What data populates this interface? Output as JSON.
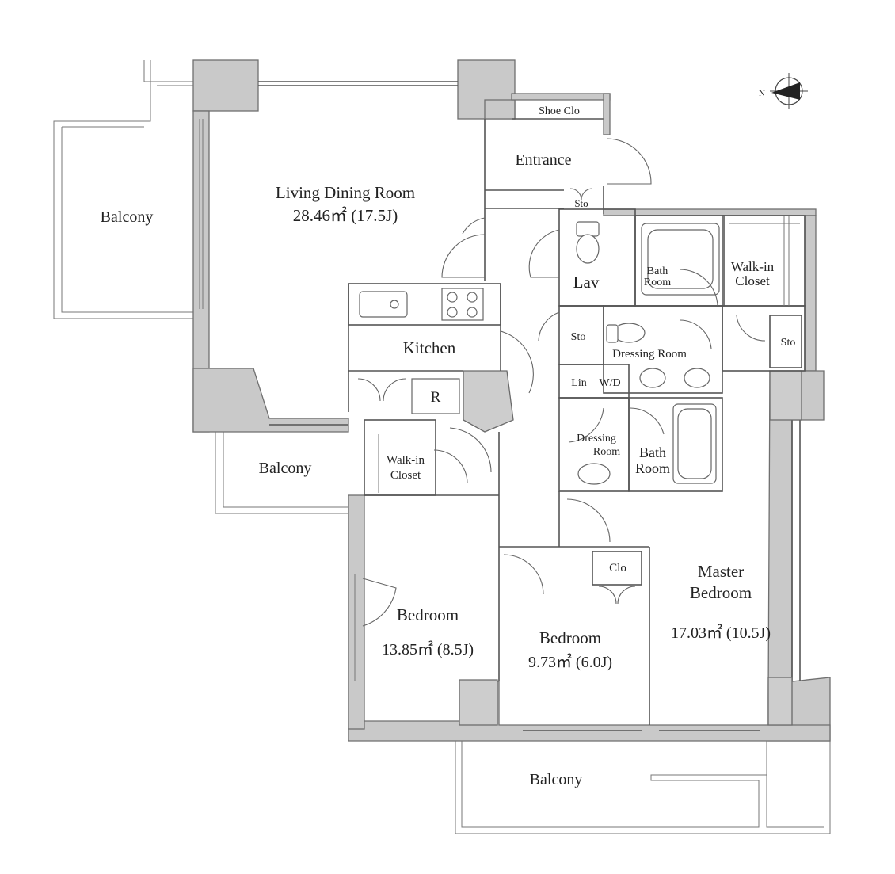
{
  "rooms": {
    "living": {
      "name": "Living Dining Room",
      "area": "28.46㎡ (17.5J)"
    },
    "kitchen": "Kitchen",
    "fridge": "R",
    "entrance": "Entrance",
    "shoe_closet": "Shoe Clo",
    "storage_entrance": "Sto",
    "lav": "Lav",
    "bath_room_top": [
      "Bath",
      "Room"
    ],
    "walkin_closet_top": [
      "Walk-in",
      "Closet"
    ],
    "storage_mid": "Sto",
    "storage_right": "Sto",
    "dressing_room_top": "Dressing Room",
    "linen": "Lin",
    "washer_dryer": "W/D",
    "dressing_room_lower": [
      "Dressing",
      "Room"
    ],
    "bath_room_lower": [
      "Bath",
      "Room"
    ],
    "walkin_closet_lower": [
      "Walk-in",
      "Closet"
    ],
    "bedroom_left": {
      "name": "Bedroom",
      "area": "13.85㎡ (8.5J)"
    },
    "bedroom_center": {
      "name": "Bedroom",
      "area": "9.73㎡ (6.0J)"
    },
    "closet_center": "Clo",
    "master_bedroom": {
      "name": [
        "Master",
        "Bedroom"
      ],
      "area": "17.03㎡ (10.5J)"
    },
    "balcony_left": "Balcony",
    "balcony_middle": "Balcony",
    "balcony_bottom": "Balcony"
  },
  "compass": {
    "label": "N"
  }
}
